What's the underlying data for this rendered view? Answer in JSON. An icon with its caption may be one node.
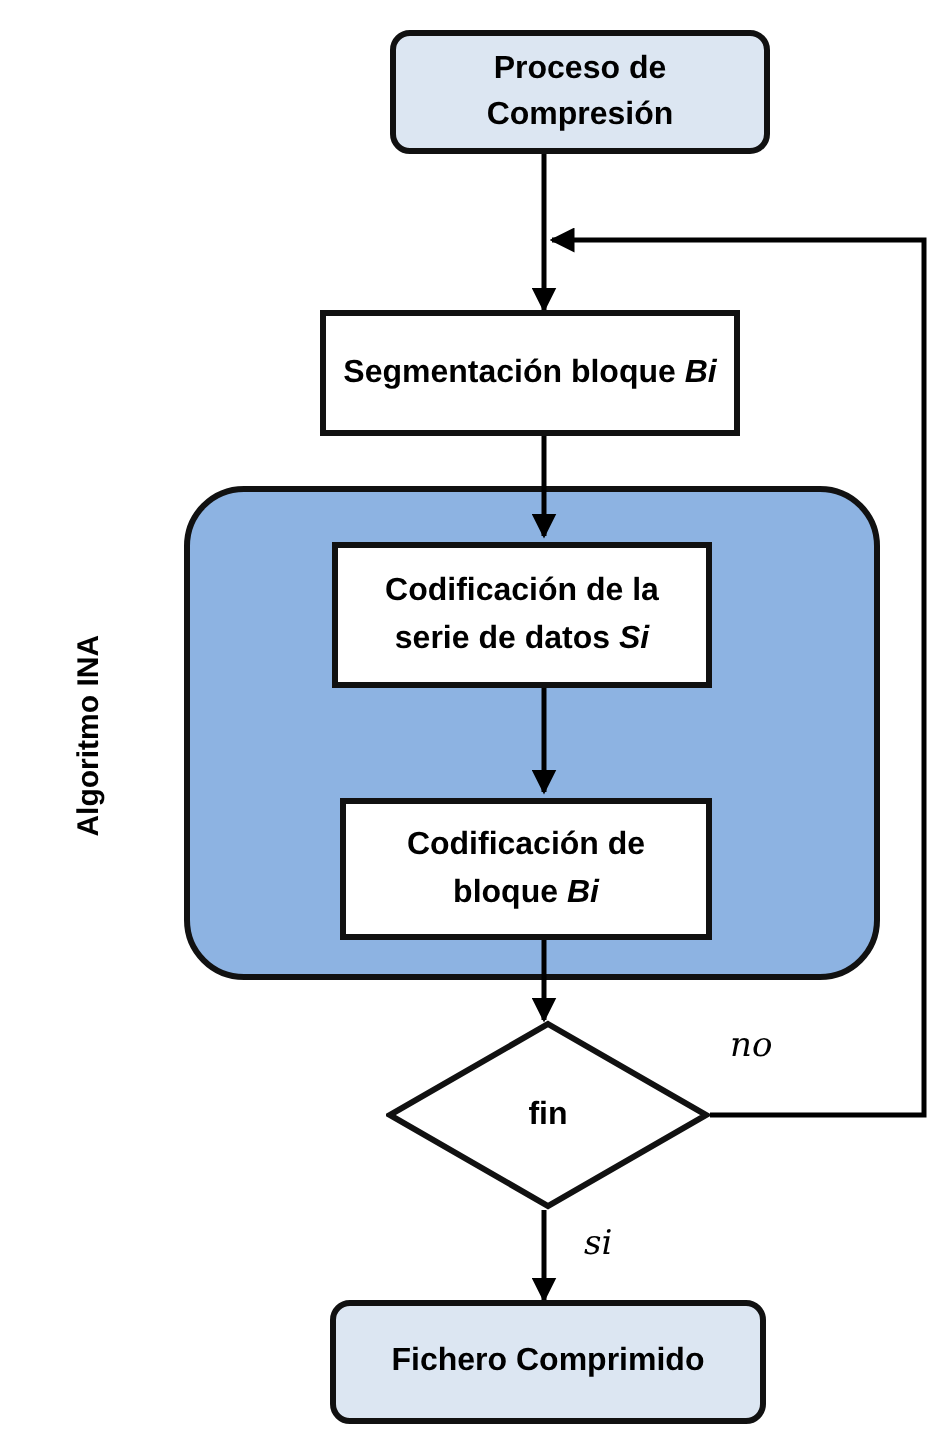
{
  "diagram": {
    "nodes": [
      {
        "text": [
          "Proceso  de Compresión"
        ]
      },
      {
        "text": [
          "Segmentación bloque *Bi*"
        ]
      },
      {
        "text": [
          "Algoritmo INA"
        ]
      },
      {
        "text": [
          "Codificación de la serie de datos *Si*"
        ],
        "in": 2
      },
      {
        "text": [
          "Codificación de bloque *Bi*"
        ],
        "in": 2
      },
      {
        "text": [
          "fin"
        ]
      },
      {
        "text": [
          "Fichero Comprimido"
        ]
      }
    ],
    "edges": [
      {
        "from": 0,
        "to": 1,
        "arrow": "to"
      },
      {
        "from": 1,
        "to": 3,
        "arrow": "to"
      },
      {
        "from": 3,
        "to": 4,
        "arrow": "to"
      },
      {
        "from": 4,
        "to": 5,
        "arrow": "to"
      },
      {
        "from": 5,
        "to": 6,
        "arrow": "to",
        "label": "si"
      },
      {
        "from": 5,
        "to": 1,
        "arrow": "to",
        "label": "no"
      }
    ]
  }
}
